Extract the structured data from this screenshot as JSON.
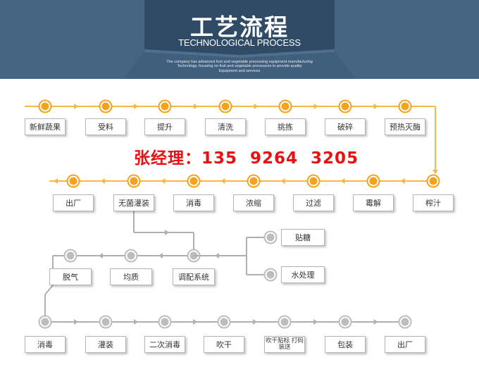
{
  "header": {
    "title_zh": "工艺流程",
    "title_en": "TECHNOLOGICAL PROCESS",
    "description": [
      "The company has advanced fruit and vegetable processing equipment manufacturing",
      "Technology, focusing on fruit and vegetable processors to provide quality",
      "Equipment and services"
    ]
  },
  "contact": "张经理：135  9264  3205",
  "colors": {
    "header_bg": "#3f5f7d",
    "header_band": "#34506b",
    "orange": "#f5a21e",
    "orange_line": "#f2b84b",
    "gray": "#bdbdbd",
    "gray_line": "#b0b0b0",
    "contact_red": "#e81010"
  },
  "rows": {
    "row1": [
      "新鲜蔬果",
      "受料",
      "提升",
      "清洗",
      "挑拣",
      "破碎",
      "预热灭酶"
    ],
    "row2": [
      "出厂",
      "无菌灌装",
      "消毒",
      "浓缩",
      "过滤",
      "霉解",
      "榨汁"
    ],
    "row3_left": [
      "脱气",
      "均质",
      "调配系统"
    ],
    "row3_right": [
      "贴糖",
      "水处理"
    ],
    "row4": [
      "消毒",
      "灌装",
      "二次消毒",
      "吹干",
      "吹干贴标\n打码装送",
      "包装",
      "出厂"
    ]
  }
}
